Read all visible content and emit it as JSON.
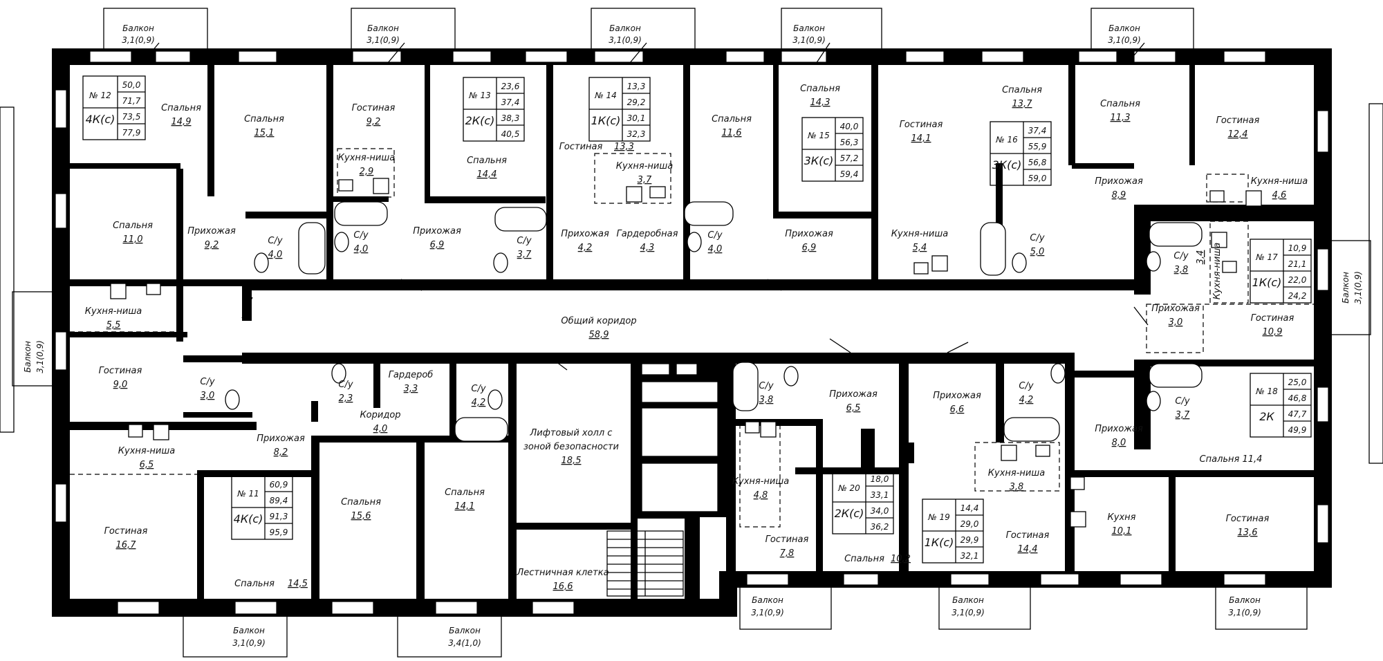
{
  "rooms": [
    {
      "id": "r1",
      "name": "Спальня",
      "area": "14,9"
    },
    {
      "id": "r2",
      "name": "Спальня",
      "area": "15,1"
    },
    {
      "id": "r3",
      "name": "Гостиная",
      "area": "9,2"
    },
    {
      "id": "r4",
      "name": "Кухня-ниша",
      "area": "2,9"
    },
    {
      "id": "r5",
      "name": "Спальня",
      "area": "14,4"
    },
    {
      "id": "r6",
      "name": "Гостиная",
      "area": "13,3"
    },
    {
      "id": "r7",
      "name": "Кухня-ниша",
      "area": "3,7"
    },
    {
      "id": "r8",
      "name": "Спальня",
      "area": "11,6"
    },
    {
      "id": "r9",
      "name": "Спальня",
      "area": "14,3"
    },
    {
      "id": "r10",
      "name": "Гостиная",
      "area": "14,1"
    },
    {
      "id": "r11",
      "name": "Спальня",
      "area": "13,7"
    },
    {
      "id": "r12",
      "name": "Спальня",
      "area": "11,3"
    },
    {
      "id": "r13",
      "name": "Гостиная",
      "area": "12,4"
    },
    {
      "id": "r14",
      "name": "Спальня",
      "area": "11,0"
    },
    {
      "id": "r15",
      "name": "Прихожая",
      "area": "9,2"
    },
    {
      "id": "r16",
      "name": "С/у",
      "area": "4,0"
    },
    {
      "id": "r17",
      "name": "С/у",
      "area": "4,0"
    },
    {
      "id": "r18",
      "name": "Прихожая",
      "area": "6,9"
    },
    {
      "id": "r19",
      "name": "С/у",
      "area": "3,7"
    },
    {
      "id": "r20",
      "name": "Прихожая",
      "area": "4,2"
    },
    {
      "id": "r21",
      "name": "Гардеробная",
      "area": "4,3"
    },
    {
      "id": "r22",
      "name": "С/у",
      "area": "4,0"
    },
    {
      "id": "r23",
      "name": "Прихожая",
      "area": "6,9"
    },
    {
      "id": "r24",
      "name": "Кухня-ниша",
      "area": "5,4"
    },
    {
      "id": "r25",
      "name": "С/у",
      "area": "5,0"
    },
    {
      "id": "r26",
      "name": "Прихожая",
      "area": "8,9"
    },
    {
      "id": "r27",
      "name": "Кухня-ниша",
      "area": "4,6"
    },
    {
      "id": "r28",
      "name": "С/у",
      "area": "3,8"
    },
    {
      "id": "r29",
      "name": "Гостиная",
      "area": "10,9"
    },
    {
      "id": "r30",
      "name": "Прихожая",
      "area": "3,0"
    },
    {
      "id": "r31",
      "name": "Кухня-ниша",
      "area": "5,5"
    },
    {
      "id": "r32",
      "name": "Общий коридор",
      "area": "58,9"
    },
    {
      "id": "r33",
      "name": "Гостиная",
      "area": "9,0"
    },
    {
      "id": "r34",
      "name": "С/у",
      "area": "3,0"
    },
    {
      "id": "r35",
      "name": "С/у",
      "area": "2,3"
    },
    {
      "id": "r36",
      "name": "Гардероб",
      "area": "3,3"
    },
    {
      "id": "r37",
      "name": "С/у",
      "area": "4,2"
    },
    {
      "id": "r38",
      "name": "Коридор",
      "area": "4,0"
    },
    {
      "id": "r39",
      "name": "Прихожая",
      "area": "8,2"
    },
    {
      "id": "r40",
      "name": "Кухня-ниша",
      "area": "6,5"
    },
    {
      "id": "r41",
      "name": "Спальня",
      "area": "15,6"
    },
    {
      "id": "r42",
      "name": "Спальня",
      "area": "14,1"
    },
    {
      "id": "r43",
      "name": "Лифтовый холл с",
      "area": ""
    },
    {
      "id": "r43b",
      "name": "зоной безопасности",
      "area": "18,5"
    },
    {
      "id": "r44",
      "name": "С/у",
      "area": "3,8"
    },
    {
      "id": "r45",
      "name": "Прихожая",
      "area": "6,5"
    },
    {
      "id": "r46",
      "name": "Прихожая",
      "area": "6,6"
    },
    {
      "id": "r47",
      "name": "С/у",
      "area": "4,2"
    },
    {
      "id": "r48",
      "name": "Прихожая",
      "area": "8,0"
    },
    {
      "id": "r49",
      "name": "С/у",
      "area": "3,7"
    },
    {
      "id": "r50",
      "name": "Спальня 11,4",
      "area": ""
    },
    {
      "id": "r51",
      "name": "Кухня-ниша",
      "area": "4,8"
    },
    {
      "id": "r52",
      "name": "Кухня-ниша",
      "area": "3,8"
    },
    {
      "id": "r53",
      "name": "Гостиная",
      "area": "16,7"
    },
    {
      "id": "r54",
      "name": "Спальня",
      "area": "14,5"
    },
    {
      "id": "r55",
      "name": "Лестничная клетка",
      "area": "16,6"
    },
    {
      "id": "r56",
      "name": "Гостиная",
      "area": "7,8"
    },
    {
      "id": "r57",
      "name": "Спальня",
      "area": "10,2"
    },
    {
      "id": "r58",
      "name": "Гостиная",
      "area": "14,4"
    },
    {
      "id": "r59",
      "name": "Кухня",
      "area": "10,1"
    },
    {
      "id": "r60",
      "name": "Гостиная",
      "area": "13,6"
    }
  ],
  "kitchen_niche_vertical": {
    "name": "Кухня-ниша",
    "area": "3,4"
  },
  "balconies": [
    {
      "id": "b1",
      "name": "Балкон",
      "area": "3,1(0,9)"
    },
    {
      "id": "b2",
      "name": "Балкон",
      "area": "3,1(0,9)"
    },
    {
      "id": "b3",
      "name": "Балкон",
      "area": "3,1(0,9)"
    },
    {
      "id": "b4",
      "name": "Балкон",
      "area": "3,1(0,9)"
    },
    {
      "id": "b5",
      "name": "Балкон",
      "area": "3,1(0,9)"
    },
    {
      "id": "b6",
      "name": "Балкон",
      "area": "3,1(0,9)"
    },
    {
      "id": "b7",
      "name": "Балкон",
      "area": "3,1(0,9)"
    },
    {
      "id": "b8",
      "name": "Балкон",
      "area": "3,1(0,9)"
    },
    {
      "id": "b9",
      "name": "Балкон",
      "area": "3,4(1,0)"
    },
    {
      "id": "b10",
      "name": "Балкон",
      "area": "3,1(0,9)"
    },
    {
      "id": "b11",
      "name": "Балкон",
      "area": "3,1(0,9)"
    },
    {
      "id": "b12",
      "name": "Балкон",
      "area": "3,1(0,9)"
    }
  ],
  "apartments": [
    {
      "id": "a12",
      "number": "№ 12",
      "type": "4К(с)",
      "areas": [
        "50,0",
        "71,7",
        "73,5",
        "77,9"
      ]
    },
    {
      "id": "a13",
      "number": "№ 13",
      "type": "2К(с)",
      "areas": [
        "23,6",
        "37,4",
        "38,3",
        "40,5"
      ]
    },
    {
      "id": "a14",
      "number": "№ 14",
      "type": "1К(с)",
      "areas": [
        "13,3",
        "29,2",
        "30,1",
        "32,3"
      ]
    },
    {
      "id": "a15",
      "number": "№ 15",
      "type": "3К(с)",
      "areas": [
        "40,0",
        "56,3",
        "57,2",
        "59,4"
      ]
    },
    {
      "id": "a16",
      "number": "№ 16",
      "type": "3К(с)",
      "areas": [
        "37,4",
        "55,9",
        "56,8",
        "59,0"
      ]
    },
    {
      "id": "a17",
      "number": "№ 17",
      "type": "1К(с)",
      "areas": [
        "10,9",
        "21,1",
        "22,0",
        "24,2"
      ]
    },
    {
      "id": "a18",
      "number": "№ 18",
      "type": "2К",
      "areas": [
        "25,0",
        "46,8",
        "47,7",
        "49,9"
      ]
    },
    {
      "id": "a11",
      "number": "№ 11",
      "type": "4К(с)",
      "areas": [
        "60,9",
        "89,4",
        "91,3",
        "95,9"
      ]
    },
    {
      "id": "a20",
      "number": "№ 20",
      "type": "2К(с)",
      "areas": [
        "18,0",
        "33,1",
        "34,0",
        "36,2"
      ]
    },
    {
      "id": "a19",
      "number": "№ 19",
      "type": "1К(с)",
      "areas": [
        "14,4",
        "29,0",
        "29,9",
        "32,1"
      ]
    }
  ]
}
